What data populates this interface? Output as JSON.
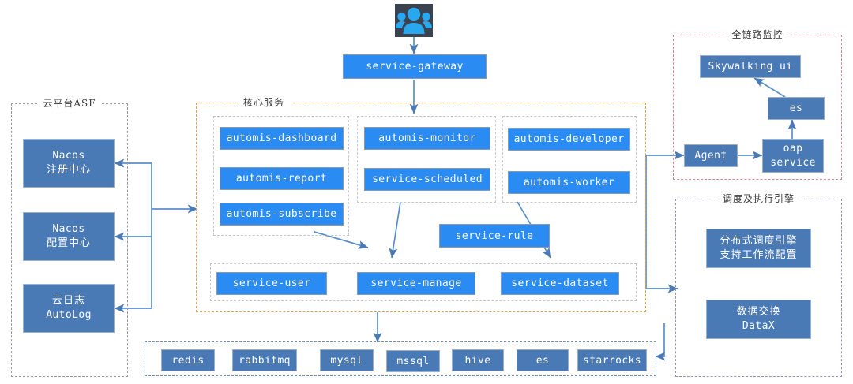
{
  "diagram": {
    "title": "microservice platform architecture",
    "colors": {
      "bright_blue": "#2a8bf2",
      "muted_blue": "#4a7ab5",
      "connector_blue": "#5b8fc9",
      "panel_gray": "#9a9a9a",
      "panel_orange": "#e8a04a",
      "panel_pink": "#d18a90",
      "panel_purple": "#9c8fc0",
      "panel_blue": "#6d93c4",
      "icon_bg": "#3b4250"
    }
  },
  "users": {
    "icon": "users-group-icon"
  },
  "gateway": {
    "label": "service-gateway"
  },
  "cloud_platform": {
    "title": "云平台ASF",
    "items": [
      {
        "line1": "Nacos",
        "line2": "注册中心"
      },
      {
        "line1": "Nacos",
        "line2": "配置中心"
      },
      {
        "line1": "云日志",
        "line2": "AutoLog"
      }
    ]
  },
  "core_services": {
    "title": "核心服务",
    "group_a": [
      {
        "label": "automis-dashboard"
      },
      {
        "label": "automis-report"
      },
      {
        "label": "automis-subscribe"
      }
    ],
    "group_b": [
      {
        "label": "automis-monitor"
      },
      {
        "label": "service-scheduled"
      }
    ],
    "group_c": [
      {
        "label": "automis-developer"
      },
      {
        "label": "automis-worker"
      }
    ],
    "standalone": {
      "label": "service-rule"
    },
    "group_d": [
      {
        "label": "service-user"
      },
      {
        "label": "service-manage"
      },
      {
        "label": "service-dataset"
      }
    ]
  },
  "middleware": {
    "items": [
      {
        "label": "redis"
      },
      {
        "label": "rabbitmq"
      },
      {
        "label": "mysql"
      },
      {
        "label": "mssql"
      },
      {
        "label": "hive"
      },
      {
        "label": "es"
      },
      {
        "label": "starrocks"
      }
    ]
  },
  "tracing": {
    "title": "全链路监控",
    "items": [
      {
        "label": "Skywalking ui"
      },
      {
        "label": "es"
      },
      {
        "label": "Agent"
      },
      {
        "line1": "oap",
        "line2": "service"
      }
    ]
  },
  "scheduling": {
    "title": "调度及执行引擎",
    "items": [
      {
        "line1": "分布式调度引擎",
        "line2": "支持工作流配置"
      },
      {
        "line1": "数据交换",
        "line2": "DataX"
      }
    ]
  }
}
